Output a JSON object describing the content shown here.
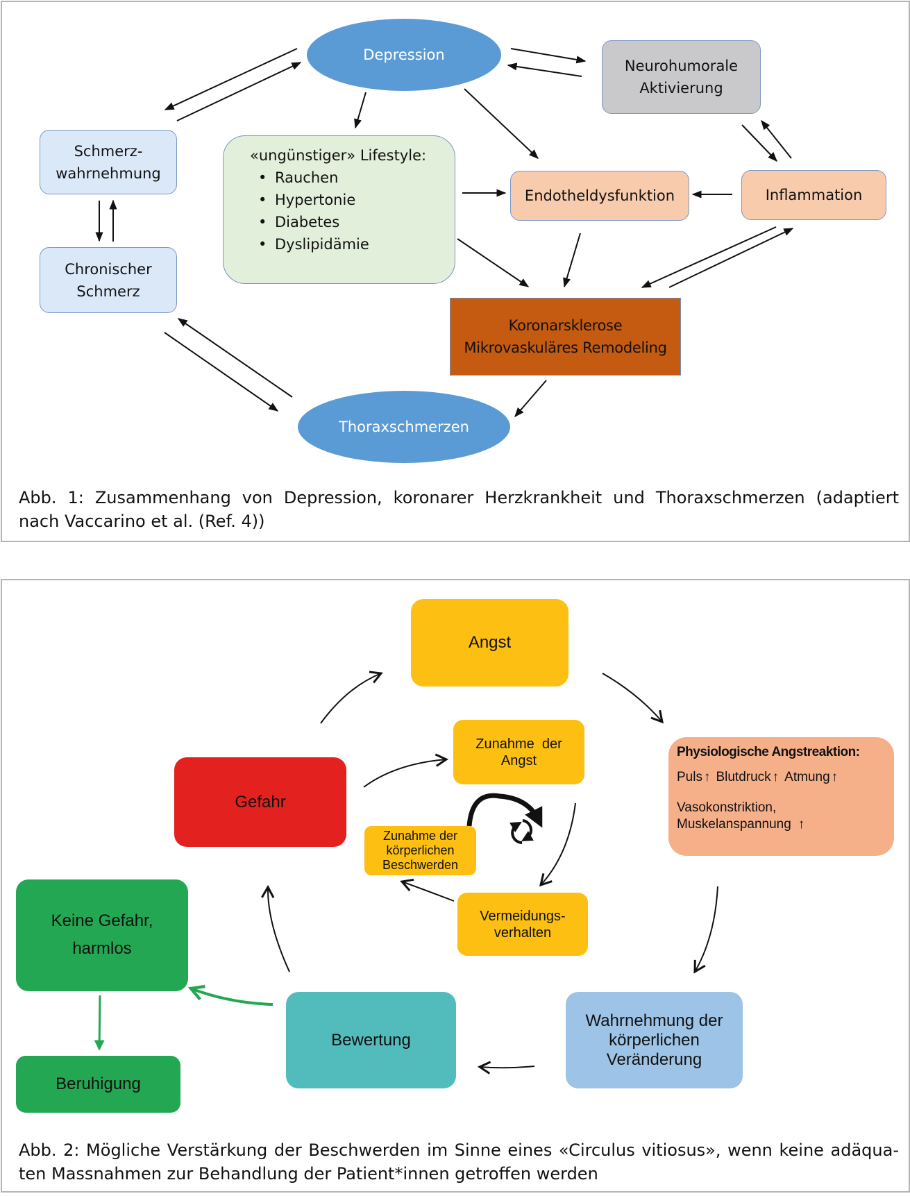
{
  "figure1": {
    "nodes": {
      "depression": "Depression",
      "neurohumorale_line1": "Neurohumorale",
      "neurohumorale_line2": "Aktivierung",
      "schmerz_line1": "Schmerz-",
      "schmerz_line2": "wahrnehmung",
      "lifestyle_title": "«ungünstiger» Lifestyle:",
      "lifestyle_items": [
        "Rauchen",
        "Hypertonie",
        "Diabetes",
        "Dyslipidämie"
      ],
      "endothel": "Endotheldysfunktion",
      "inflammation": "Inflammation",
      "chronisch_line1": "Chronischer",
      "chronisch_line2": "Schmerz",
      "koronar_line1": "Koronarsklerose",
      "koronar_line2": "Mikrovaskuläres Remodeling",
      "thorax": "Thoraxschmerzen"
    },
    "caption_line1": "Abb. 1: Zusammenhang von Depression, koronarer Herzkrankheit und Thoraxschmerzen (adaptiert",
    "caption_line2": "nach Vaccarino et al. (Ref. 4))",
    "colors": {
      "ellipse": "#5b9bd5",
      "blue_box": "#dae8f8",
      "green_box": "#e2efda",
      "gray_box": "#c9c9cb",
      "peach_box": "#f8cbad",
      "brown_box": "#c55a11"
    }
  },
  "figure2": {
    "nodes": {
      "angst": "Angst",
      "zunahme_angst_line1": "Zunahme  der",
      "zunahme_angst_line2": "Angst",
      "physio_title": "Physiologische Angstreaktion:",
      "physio_items": [
        "Puls",
        "Blutdruck",
        "Atmung"
      ],
      "physio_line3": "Vasokonstriktion,",
      "physio_line4": "Muskelanspannung",
      "up_arrow": "↑",
      "gefahr": "Gefahr",
      "zunahme_koerper_line1": "Zunahme der",
      "zunahme_koerper_line2": "körperlichen",
      "zunahme_koerper_line3": "Beschwerden",
      "vermeidung_line1": "Vermeidungs-",
      "vermeidung_line2": "verhalten",
      "keine_gefahr_line1": "Keine Gefahr,",
      "keine_gefahr_line2": "harmlos",
      "bewertung": "Bewertung",
      "wahrnehmung_line1": "Wahrnehmung der",
      "wahrnehmung_line2": "körperlichen",
      "wahrnehmung_line3": "Veränderung",
      "beruhigung": "Beruhigung"
    },
    "caption_line1": "Abb. 2: Mögliche Verstärkung der Beschwerden im Sinne eines «Circulus vitiosus», wenn keine adäqua-",
    "caption_line2": "ten Massnahmen zur Behandlung der Patient*innen getroffen werden",
    "colors": {
      "amber": "#fcbf12",
      "red": "#e3221f",
      "salmon": "#f5b08a",
      "green": "#23a752",
      "teal": "#52bcbc",
      "light_blue": "#9dc3e6",
      "green_arrow": "#23a752"
    }
  }
}
